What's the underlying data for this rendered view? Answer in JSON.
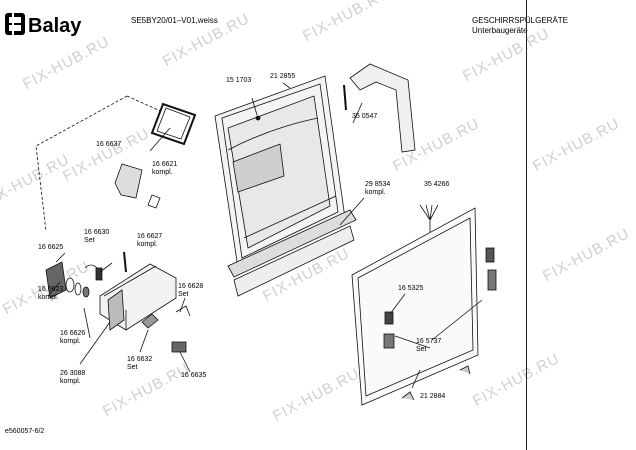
{
  "brand": "Balay",
  "header": {
    "model": "SE5BY20/01–V01,weiss",
    "category": "GESCHIRRSPÜLGERÄTE",
    "subcategory": "Unterbaugeräte"
  },
  "footer": {
    "ref": "e560057-6/2"
  },
  "watermark": "FIX-HUB.RU",
  "parts": [
    "21 2855",
    "15 1703",
    "35 0547",
    "16 6637",
    "16 6621\nkompl.",
    "29 8534\nkompl.",
    "35 4266",
    "16 6630\nSet",
    "16 6625",
    "16 6627\nkompl.",
    "16 6623\nkompl.",
    "16 6628\nSet",
    "16 5325",
    "16 6626\nkompl.",
    "16 5737\nSet",
    "26 3088\nkompl.",
    "16 6632\nSet",
    "16 6635",
    "21 2884"
  ]
}
